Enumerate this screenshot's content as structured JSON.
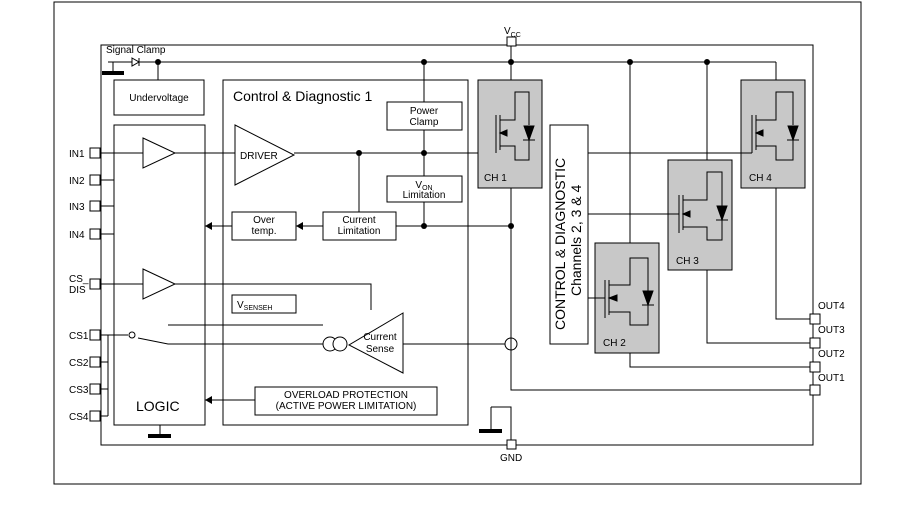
{
  "pins_left": {
    "in1": "IN1",
    "in2": "IN2",
    "in3": "IN3",
    "in4": "IN4",
    "cs_dis_line1": "CS_",
    "cs_dis_line2": "DIS",
    "cs1": "CS1",
    "cs2": "CS2",
    "cs3": "CS3",
    "cs4": "CS4"
  },
  "pins_right": {
    "out4": "OUT4",
    "out3": "OUT3",
    "out2": "OUT2",
    "out1": "OUT1"
  },
  "power": {
    "vcc_main": "V",
    "vcc_sub": "CC",
    "gnd": "GND",
    "signal_clamp": "Signal Clamp"
  },
  "blocks": {
    "undervoltage": "Undervoltage",
    "control_title": "Control & Diagnostic 1",
    "power_clamp_1": "Power",
    "power_clamp_2": "Clamp",
    "driver": "DRIVER",
    "von_main": "V",
    "von_sub": "ON",
    "von_line2": "Limitation",
    "overtemp_1": "Over",
    "overtemp_2": "temp.",
    "current_limit_1": "Current",
    "current_limit_2": "Limitation",
    "vsenseh_main": "V",
    "vsenseh_sub": "SENSEH",
    "current_sense_1": "Current",
    "current_sense_2": "Sense",
    "logic": "LOGIC",
    "overload_1": "OVERLOAD PROTECTION",
    "overload_2": "(ACTIVE POWER LIMITATION)",
    "cd_vertical_1": "CONTROL & DIAGNOSTIC",
    "cd_vertical_2": "Channels 2, 3 & 4"
  },
  "channels": {
    "ch1": "CH 1",
    "ch2": "CH 2",
    "ch3": "CH 3",
    "ch4": "CH 4"
  }
}
